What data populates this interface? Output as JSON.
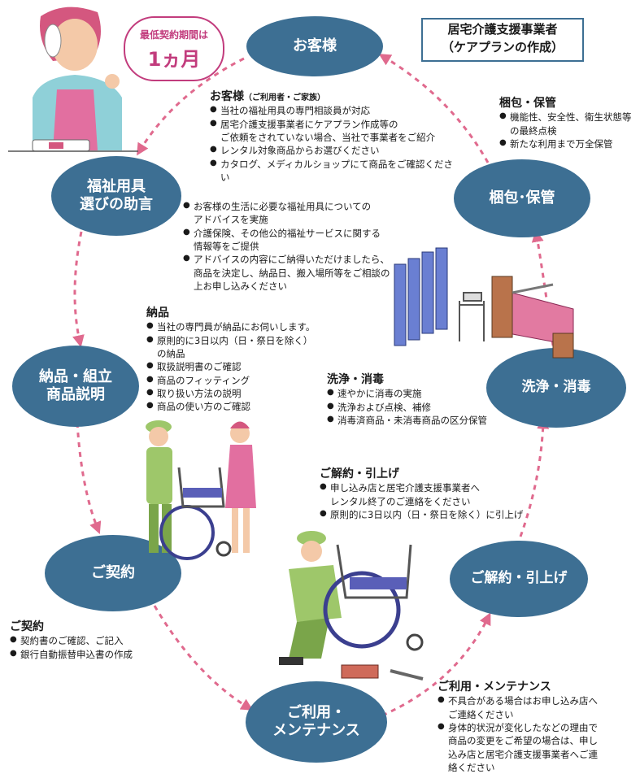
{
  "colors": {
    "node": "#3d6f93",
    "arrow": "#e06a8e",
    "accent": "#c23c7d"
  },
  "bubble": {
    "line1": "最低契約期間は",
    "line2": "1ヵ月"
  },
  "provider": {
    "line1": "居宅介護支援事業者",
    "line2": "（ケアプランの作成）"
  },
  "nodes": {
    "customer": "お客様",
    "advice": [
      "福祉用具",
      "選びの助言"
    ],
    "delivery": [
      "納品・組立",
      "商品説明"
    ],
    "contract": "ご契約",
    "usage": [
      "ご利用・",
      "メンテナンス"
    ],
    "cancel": "ご解約・引上げ",
    "cleaning": "洗浄・消毒",
    "storage": "梱包･保管"
  },
  "sections": {
    "customer": {
      "title": "お客様",
      "sub": "（ご利用者・ご家族）",
      "items": [
        "当社の福祉用具の専門相談員が対応",
        "居宅介護支援事業者にケアプラン作成等の\nご依頼をされていない場合、当社で事業者をご紹介",
        "レンタル対象商品からお選びください",
        "カタログ、メディカルショップにて商品をご確認ください"
      ]
    },
    "advice": {
      "items": [
        "お客様の生活に必要な福祉用具についての\nアドバイスを実施",
        "介護保険、その他公的福祉サービスに関する\n情報等をご提供",
        "アドバイスの内容にご納得いただけましたら、\n商品を決定し、納品日、搬入場所等をご相談の\n上お申し込みください"
      ]
    },
    "delivery": {
      "title": "納品",
      "items": [
        "当社の専門員が納品にお伺いします。",
        "原則的に3日以内（日・祭日を除く）\nの納品",
        "取扱説明書のご確認",
        "商品のフィッティング",
        "取り扱い方法の説明",
        "商品の使い方のご確認"
      ]
    },
    "contract": {
      "title": "ご契約",
      "items": [
        "契約書のご確認、ご記入",
        "銀行自動振替申込書の作成"
      ]
    },
    "usage": {
      "title": "ご利用・メンテナンス",
      "items": [
        "不具合がある場合はお申し込み店へ\nご連絡ください",
        "身体的状況が変化したなどの理由で\n商品の変更をご希望の場合は、申し\n込み店と居宅介護支援事業者へご連\n絡ください"
      ]
    },
    "cancel": {
      "title": "ご解約・引上げ",
      "items": [
        "申し込み店と居宅介護支援事業者へ\nレンタル終了のご連絡をください",
        "原則的に3日以内（日・祭日を除く）に引上げ"
      ]
    },
    "cleaning": {
      "title": "洗浄・消毒",
      "items": [
        "速やかに消毒の実施",
        "洗浄および点検、補修",
        "消毒済商品・未消毒商品の区分保管"
      ]
    },
    "storage": {
      "title": "梱包・保管",
      "items": [
        "機能性、安全性、衛生状態等\nの最終点検",
        "新たな利用まで万全保管"
      ]
    }
  }
}
